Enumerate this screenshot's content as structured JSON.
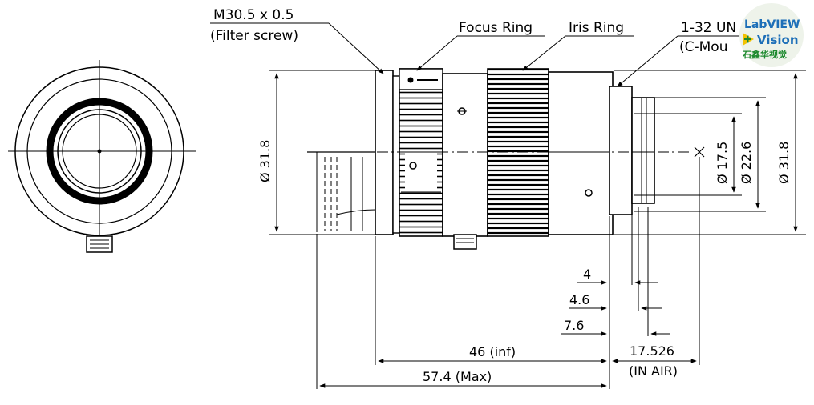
{
  "labels": {
    "thread": "M30.5 x 0.5",
    "thread_note": "(Filter screw)",
    "focus_ring": "Focus Ring",
    "iris_ring": "Iris Ring",
    "mount_thread": "1-32 UN",
    "mount_note": "(C-Mou"
  },
  "dimensions": {
    "dia_outer_left": "Ø 31.8",
    "dia_17_5": "Ø 17.5",
    "dia_22_6": "Ø 22.6",
    "dia_outer_right": "Ø 31.8",
    "d4": "4",
    "d4_6": "4.6",
    "d7_6": "7.6",
    "len_inf": "46 (inf)",
    "len_max": "57.4 (Max)",
    "flange_back": "17.526",
    "flange_note": "(IN AIR)"
  },
  "logo": {
    "line1": "LabVIEW",
    "line2": "Vision",
    "line3": "石鑫华视觉"
  },
  "colors": {
    "line": "#000000",
    "logo_blue": "#1d6fb8",
    "logo_green": "#1d8a2e",
    "logo_bg": "#eef3ea"
  }
}
